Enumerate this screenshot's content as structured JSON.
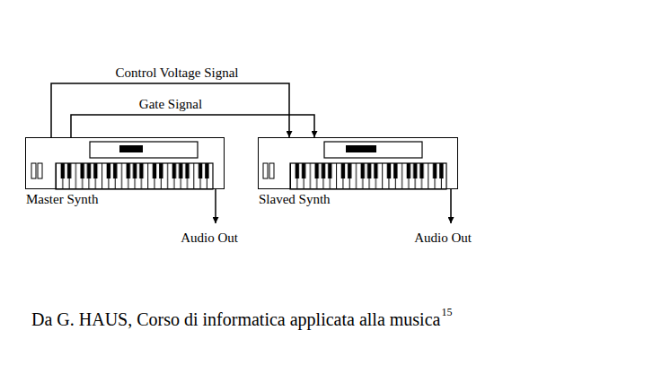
{
  "diagram": {
    "caption": "Da G. HAUS, Corso di informatica applicata alla musica",
    "nodes": [
      {
        "text": [
          "Master Synth"
        ]
      },
      {
        "text": [
          "Slaved Synth"
        ]
      }
    ],
    "edges": [
      {
        "from": 0,
        "to": 1,
        "arrow": "to",
        "label": "Control Voltage Signal"
      },
      {
        "from": 0,
        "to": 1,
        "arrow": "to",
        "label": "Gate Signal"
      }
    ],
    "labels": [
      "Audio Out",
      "Audio Out",
      "15"
    ]
  }
}
